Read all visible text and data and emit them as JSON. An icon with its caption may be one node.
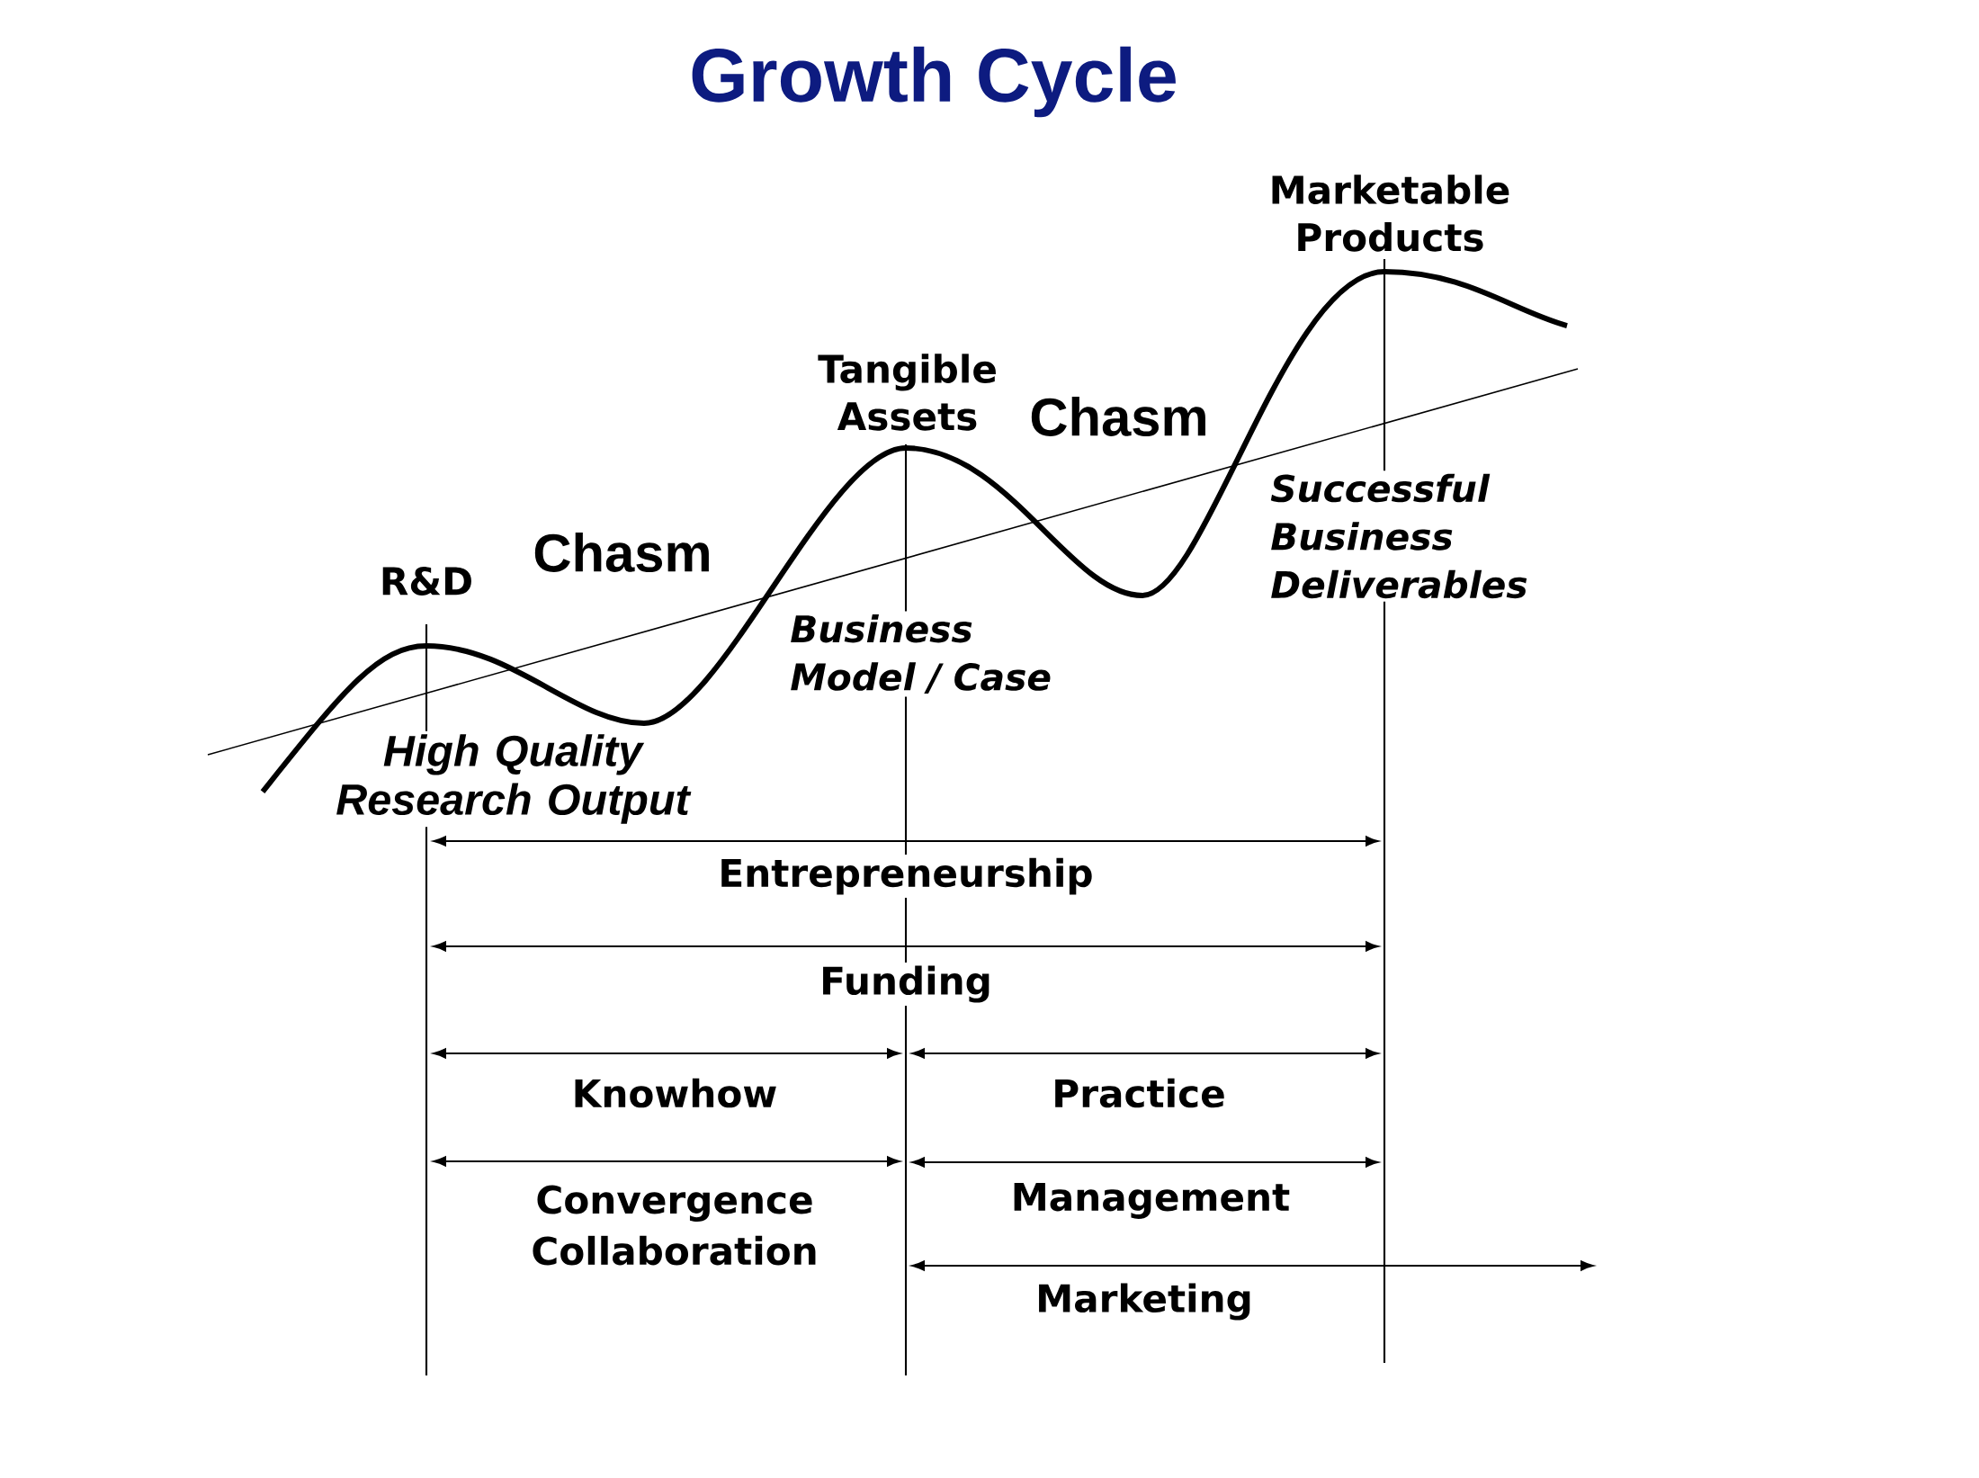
{
  "diagram": {
    "title": "Growth Cycle",
    "labels": [
      "Marketable Products",
      "Tangible Assets",
      "Chasm",
      "Successful Business Deliverables",
      "Chasm",
      "R&D",
      "Business Model / Case",
      "High Quality Research Output",
      "Entrepreneurship",
      "Funding",
      "Knowhow",
      "Practice",
      "Convergence Collaboration",
      "Management",
      "Marketing"
    ]
  }
}
